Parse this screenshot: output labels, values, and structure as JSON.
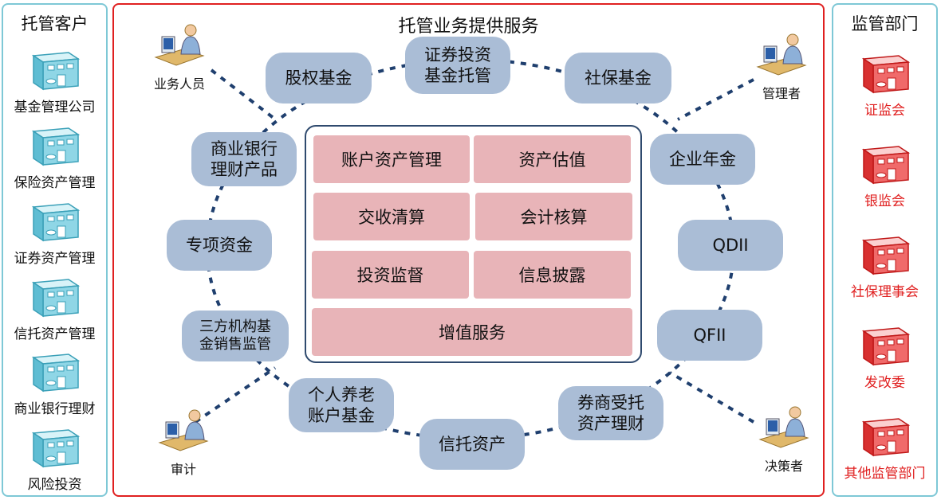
{
  "left_panel": {
    "title": "托管客户",
    "items": [
      "基金管理公司",
      "保险资产管理",
      "证券资产管理",
      "信托资产管理",
      "商业银行理财",
      "风险投资"
    ]
  },
  "center_panel": {
    "title": "托管业务提供服务",
    "ring_items": [
      {
        "id": "equity-fund",
        "label": "股权基金"
      },
      {
        "id": "securities-custody",
        "label": "证券投资\n基金托管"
      },
      {
        "id": "social-security",
        "label": "社保基金"
      },
      {
        "id": "enterprise-annuity",
        "label": "企业年金"
      },
      {
        "id": "qdii",
        "label": "QDII"
      },
      {
        "id": "qfii",
        "label": "QFII"
      },
      {
        "id": "broker-wealth",
        "label": "券商受托\n资产理财"
      },
      {
        "id": "trust-assets",
        "label": "信托资产"
      },
      {
        "id": "pension-account",
        "label": "个人养老\n账户基金"
      },
      {
        "id": "third-party-sales",
        "label": "三方机构基\n金销售监管"
      },
      {
        "id": "special-funds",
        "label": "专项资金"
      },
      {
        "id": "bank-wealth",
        "label": "商业银行\n理财产品"
      }
    ],
    "core_services": [
      "账户资产管理",
      "资产估值",
      "交收清算",
      "会计核算",
      "投资监督",
      "信息披露",
      "增值服务"
    ],
    "people": [
      "业务人员",
      "管理者",
      "审计",
      "决策者"
    ]
  },
  "right_panel": {
    "title": "监管部门",
    "items": [
      "证监会",
      "银监会",
      "社保理事会",
      "发改委",
      "其他监管部门"
    ]
  },
  "colors": {
    "client_border": "#7ec8d6",
    "service_border": "#e02020",
    "pill_fill": "#aabdd6",
    "core_cell_fill": "#e8b4b8",
    "regulator_text": "#e02020",
    "dotted_line": "#1f3f6e"
  }
}
